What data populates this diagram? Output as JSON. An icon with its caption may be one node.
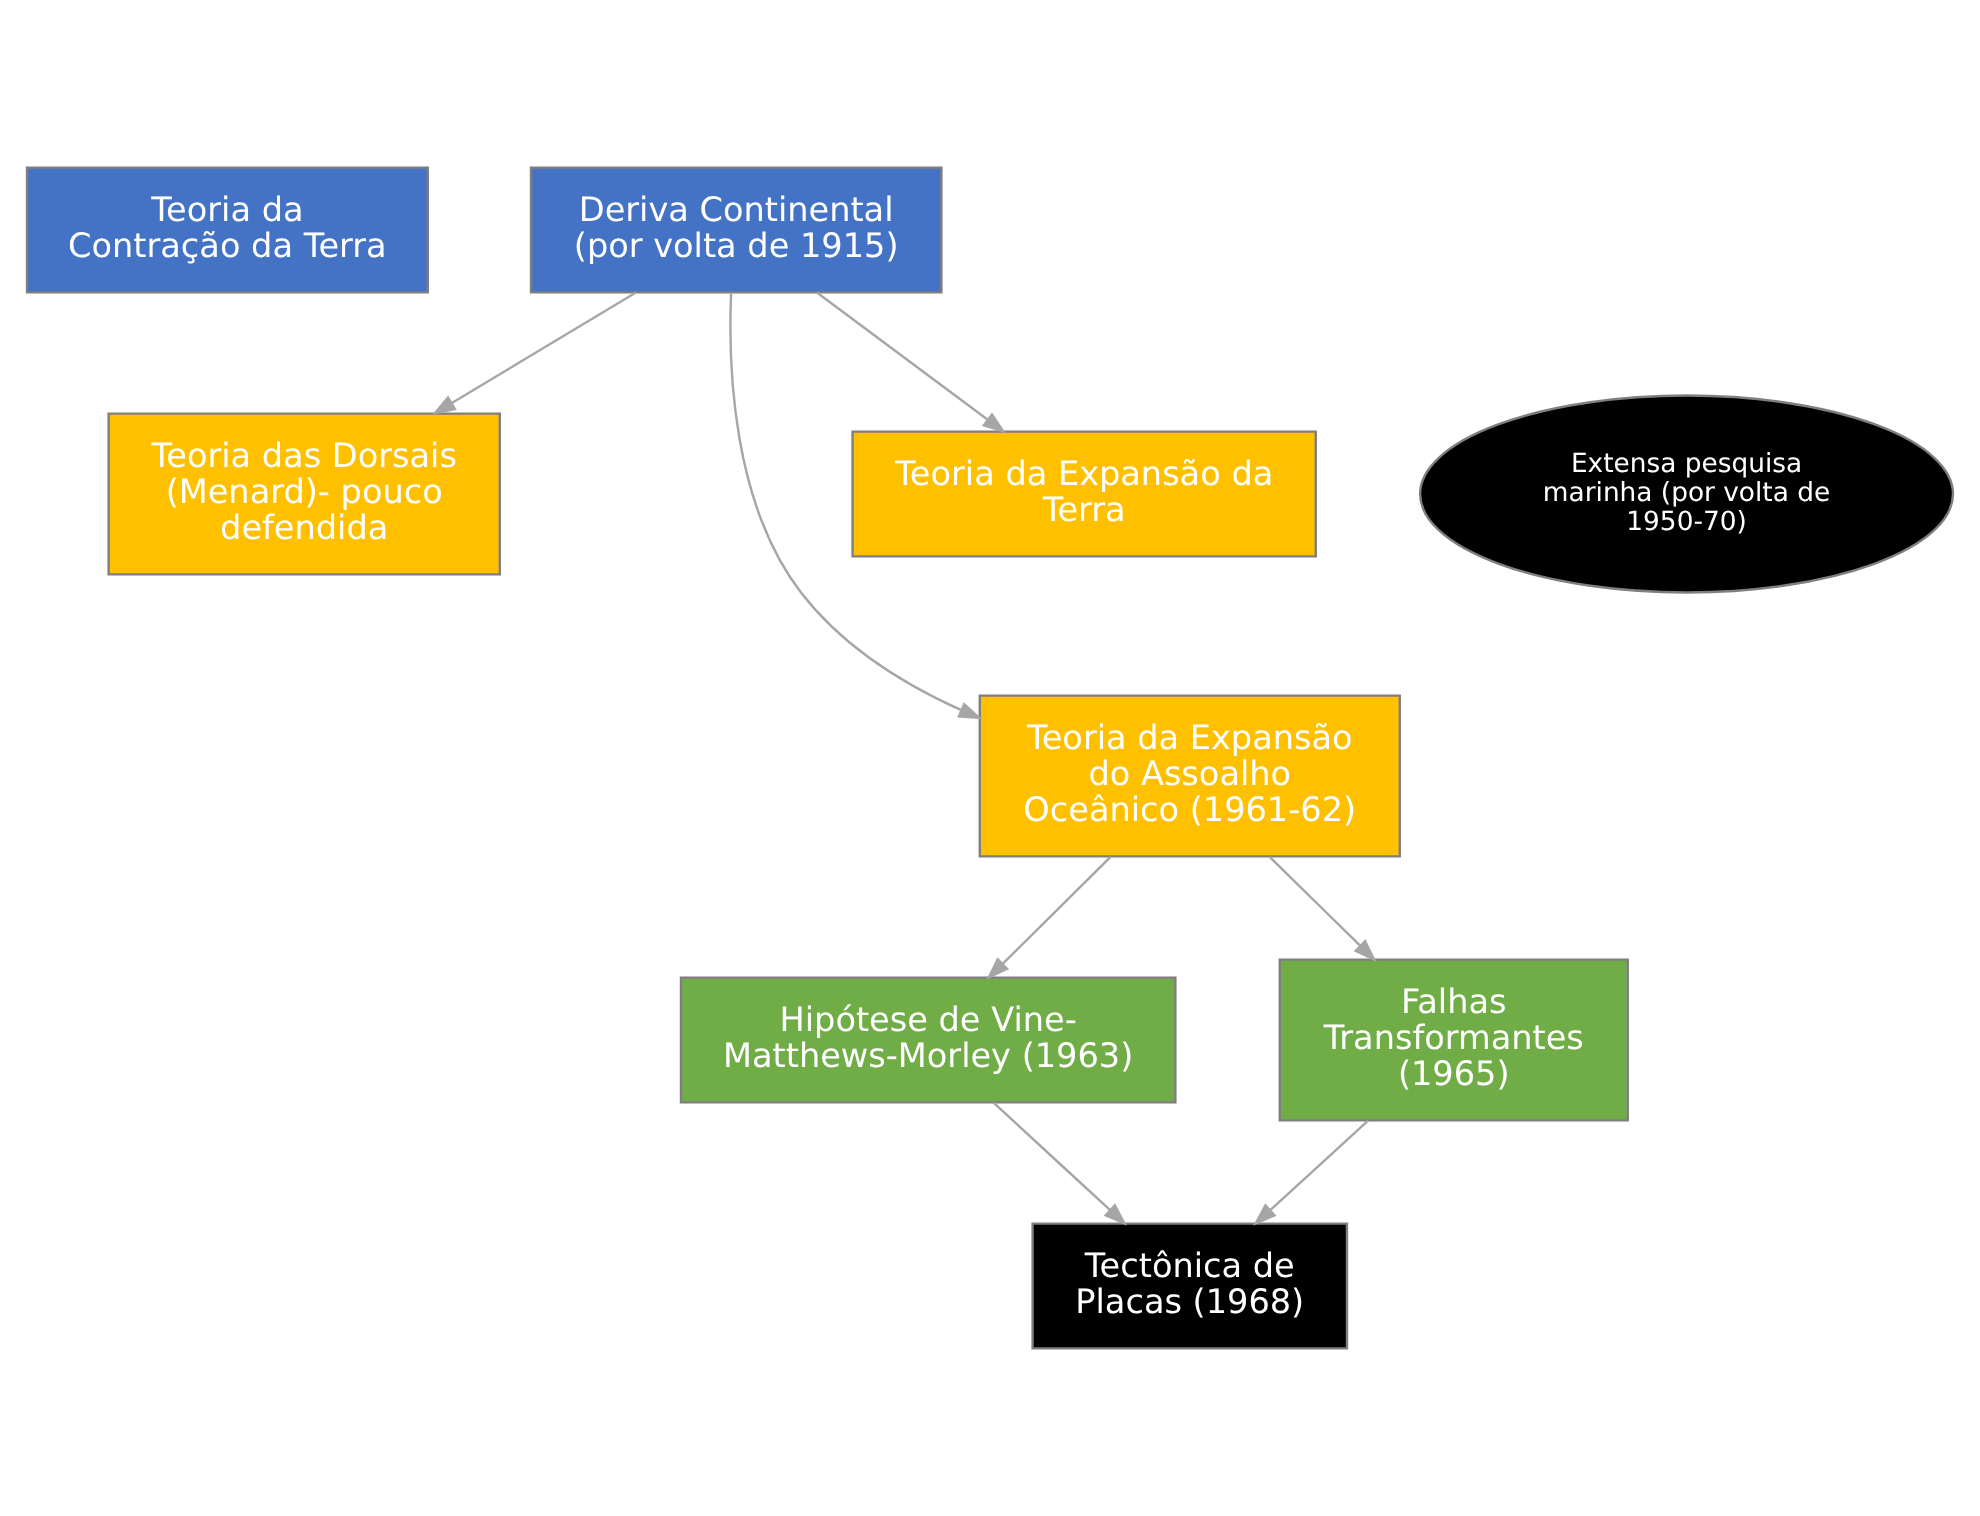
{
  "diagram": {
    "nodes": [
      {
        "text": [
          "Teoria da Contração da Terra"
        ]
      },
      {
        "text": [
          "Deriva Continental (por volta de 1915)"
        ]
      },
      {
        "text": [
          "Teoria das Dorsais (Menard)- pouco defendida"
        ]
      },
      {
        "text": [
          "Extensa pesquisa marinha (por volta de 1950-70)"
        ]
      },
      {
        "text": [
          "Teoria da Expansão do Assoalho Oceânico (1961-62)"
        ]
      },
      {
        "text": [
          "Teoria da Expansão da Terra"
        ]
      },
      {
        "text": [
          "Hipótese de Vine-Matthews-Morley (1963)"
        ]
      },
      {
        "text": [
          "Falhas Transformantes (1965)"
        ]
      },
      {
        "text": [
          "Tectônica de Placas (1968)"
        ]
      }
    ],
    "edges": [
      {
        "from": 1,
        "to": 2,
        "arrow": "to"
      },
      {
        "from": 1,
        "to": 4,
        "arrow": "to"
      },
      {
        "from": 1,
        "to": 5,
        "arrow": "to"
      },
      {
        "from": 4,
        "to": 6,
        "arrow": "to"
      },
      {
        "from": 4,
        "to": 7,
        "arrow": "to"
      },
      {
        "from": 6,
        "to": 8,
        "arrow": "to"
      },
      {
        "from": 7,
        "to": 8,
        "arrow": "to"
      }
    ]
  }
}
